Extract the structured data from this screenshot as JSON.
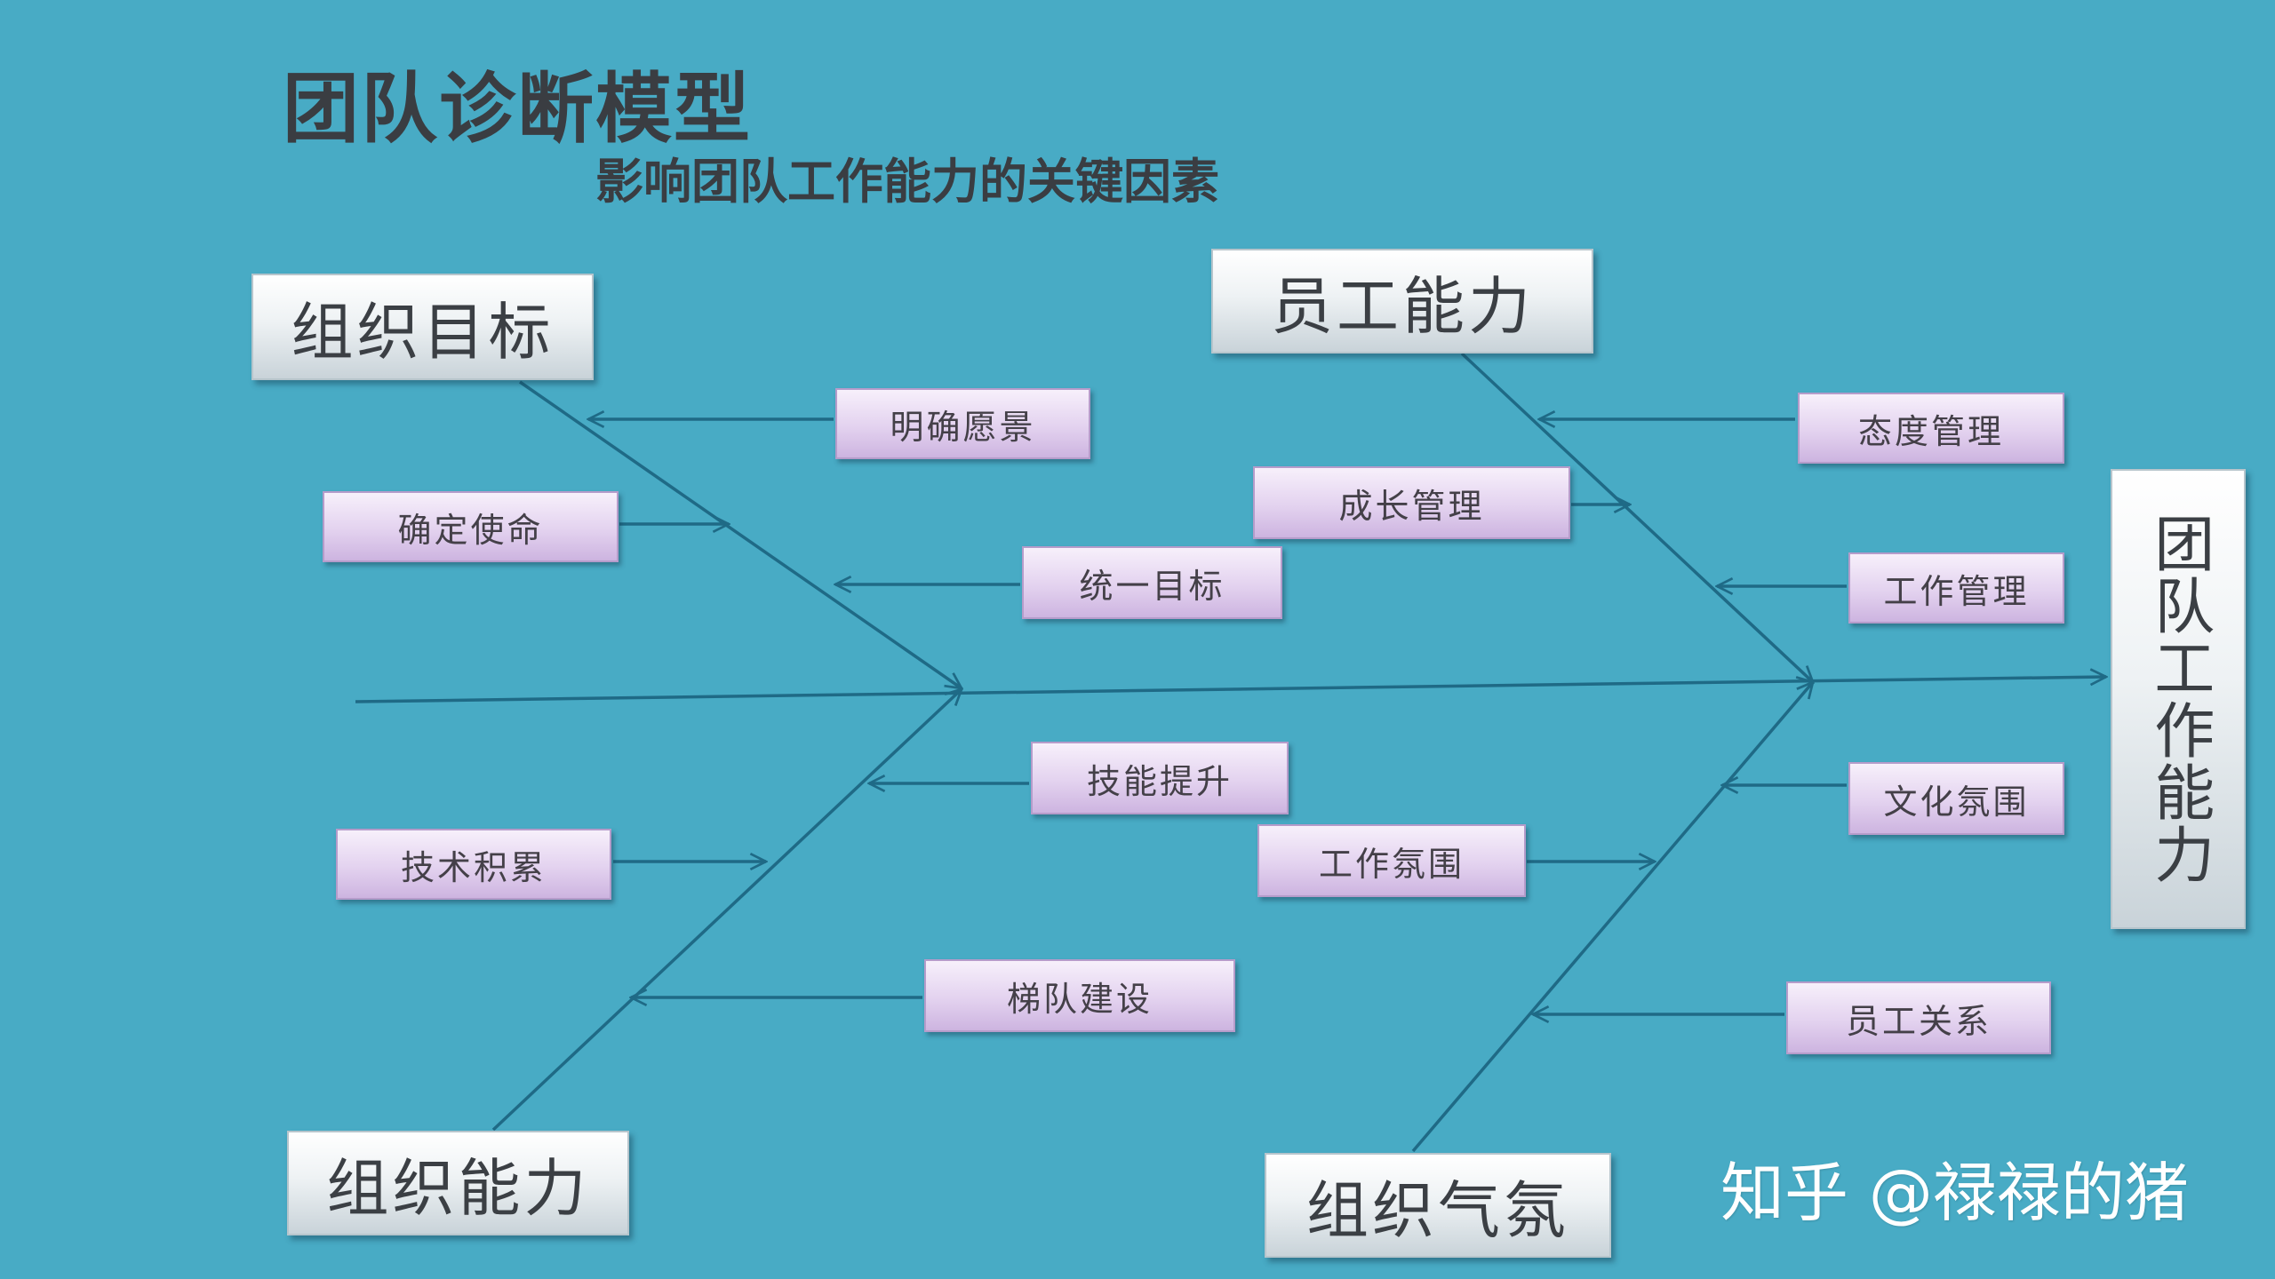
{
  "title": "团队诊断模型",
  "subtitle": "影响团队工作能力的关键因素",
  "categories": {
    "org_goal": "组织目标",
    "staff_ability": "员工能力",
    "org_ability": "组织能力",
    "org_atmosphere": "组织气氛"
  },
  "result": "团队工作能力",
  "factors": {
    "clear_vision": "明确愿景",
    "define_mission": "确定使命",
    "unify_goal": "统一目标",
    "growth_mgmt": "成长管理",
    "attitude_mgmt": "态度管理",
    "work_mgmt": "工作管理",
    "skill_up": "技能提升",
    "tech_accum": "技术积累",
    "echelon": "梯队建设",
    "work_atmos": "工作氛围",
    "culture_atmos": "文化氛围",
    "staff_rel": "员工关系"
  },
  "watermark": "知乎 @禄禄的猪",
  "colors": {
    "background": "#48abc5",
    "line": "#1f6a86",
    "factor_fill": "#e3d2ef",
    "category_fill": "#eef2f4"
  }
}
